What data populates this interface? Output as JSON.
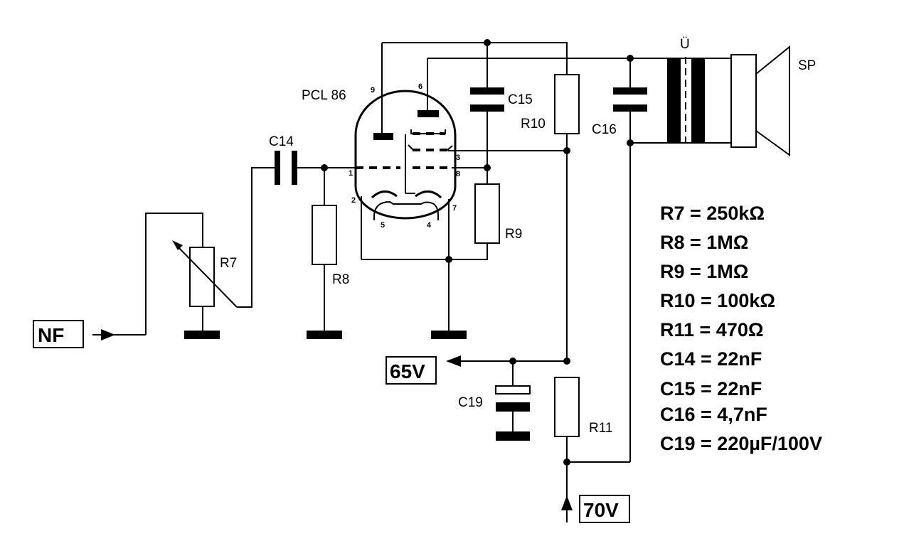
{
  "diagram": {
    "type": "circuit-schematic",
    "tube": {
      "label": "PCL 86",
      "pins": [
        "1",
        "2",
        "3",
        "4",
        "5",
        "6",
        "7",
        "8",
        "9"
      ]
    },
    "components": {
      "R7": "R7",
      "R8": "R8",
      "R9": "R9",
      "R10": "R10",
      "R11": "R11",
      "C14": "C14",
      "C15": "C15",
      "C16": "C16",
      "C19": "C19",
      "transformer": "Ü",
      "speaker": "SP"
    },
    "terminals": {
      "input": "NF",
      "tap": "65V",
      "supply": "70V"
    },
    "values": [
      "R7 = 250kΩ",
      "R8 = 1MΩ",
      "R9 = 1MΩ",
      "R10 = 100kΩ",
      "R11 = 470Ω",
      "C14 = 22nF",
      "C15 = 22nF",
      "C16 = 4,7nF",
      "C19 = 220µF/100V"
    ]
  }
}
